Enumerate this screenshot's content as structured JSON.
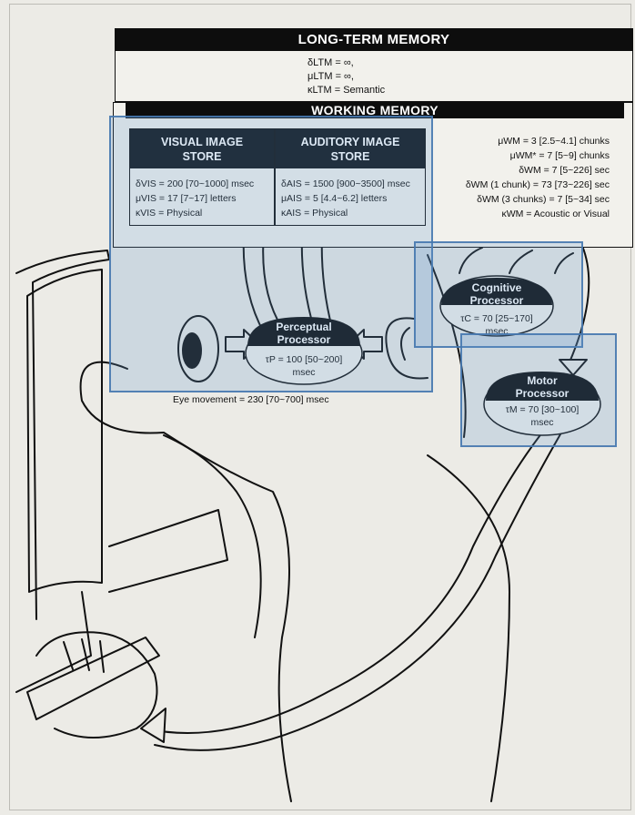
{
  "ltm": {
    "title": "LONG-TERM MEMORY",
    "params": [
      "δLTM = ∞,",
      "μLTM = ∞,",
      "κLTM = Semantic"
    ]
  },
  "wm": {
    "title": "WORKING MEMORY",
    "params": [
      "μWM = 3 [2.5~4.1] chunks",
      "μWM* = 7 [5~9] chunks",
      "δWM = 7 [5~226] sec",
      "δWM (1 chunk) = 73 [73~226] sec",
      "δWM (3 chunks) = 7 [5~34] sec",
      "κWM = Acoustic or Visual"
    ]
  },
  "visual_store": {
    "title_line1": "VISUAL IMAGE",
    "title_line2": "STORE",
    "params": [
      "δVIS = 200 [70~1000] msec",
      "μVIS = 17 [7~17] letters",
      "κVIS = Physical"
    ]
  },
  "auditory_store": {
    "title_line1": "AUDITORY IMAGE",
    "title_line2": "STORE",
    "params": [
      "δAIS = 1500 [900~3500] msec",
      "μAIS = 5 [4.4~6.2] letters",
      "κAIS = Physical"
    ]
  },
  "perceptual": {
    "title_line1": "Perceptual",
    "title_line2": "Processor",
    "param_line1": "τP = 100 [50~200]",
    "param_line2": "msec"
  },
  "cognitive": {
    "title_line1": "Cognitive",
    "title_line2": "Processor",
    "param_line1": "τC = 70 [25~170]",
    "param_line2": "msec"
  },
  "motor": {
    "title_line1": "Motor",
    "title_line2": "Processor",
    "param_line1": "τM = 70 [30~100]",
    "param_line2": "msec"
  },
  "eye_movement": "Eye movement = 230 [70~700] msec",
  "colors": {
    "ink": "#111111",
    "paper": "#ecebe6",
    "highlight_fill": "#6096cd",
    "highlight_border": "#4678af"
  }
}
